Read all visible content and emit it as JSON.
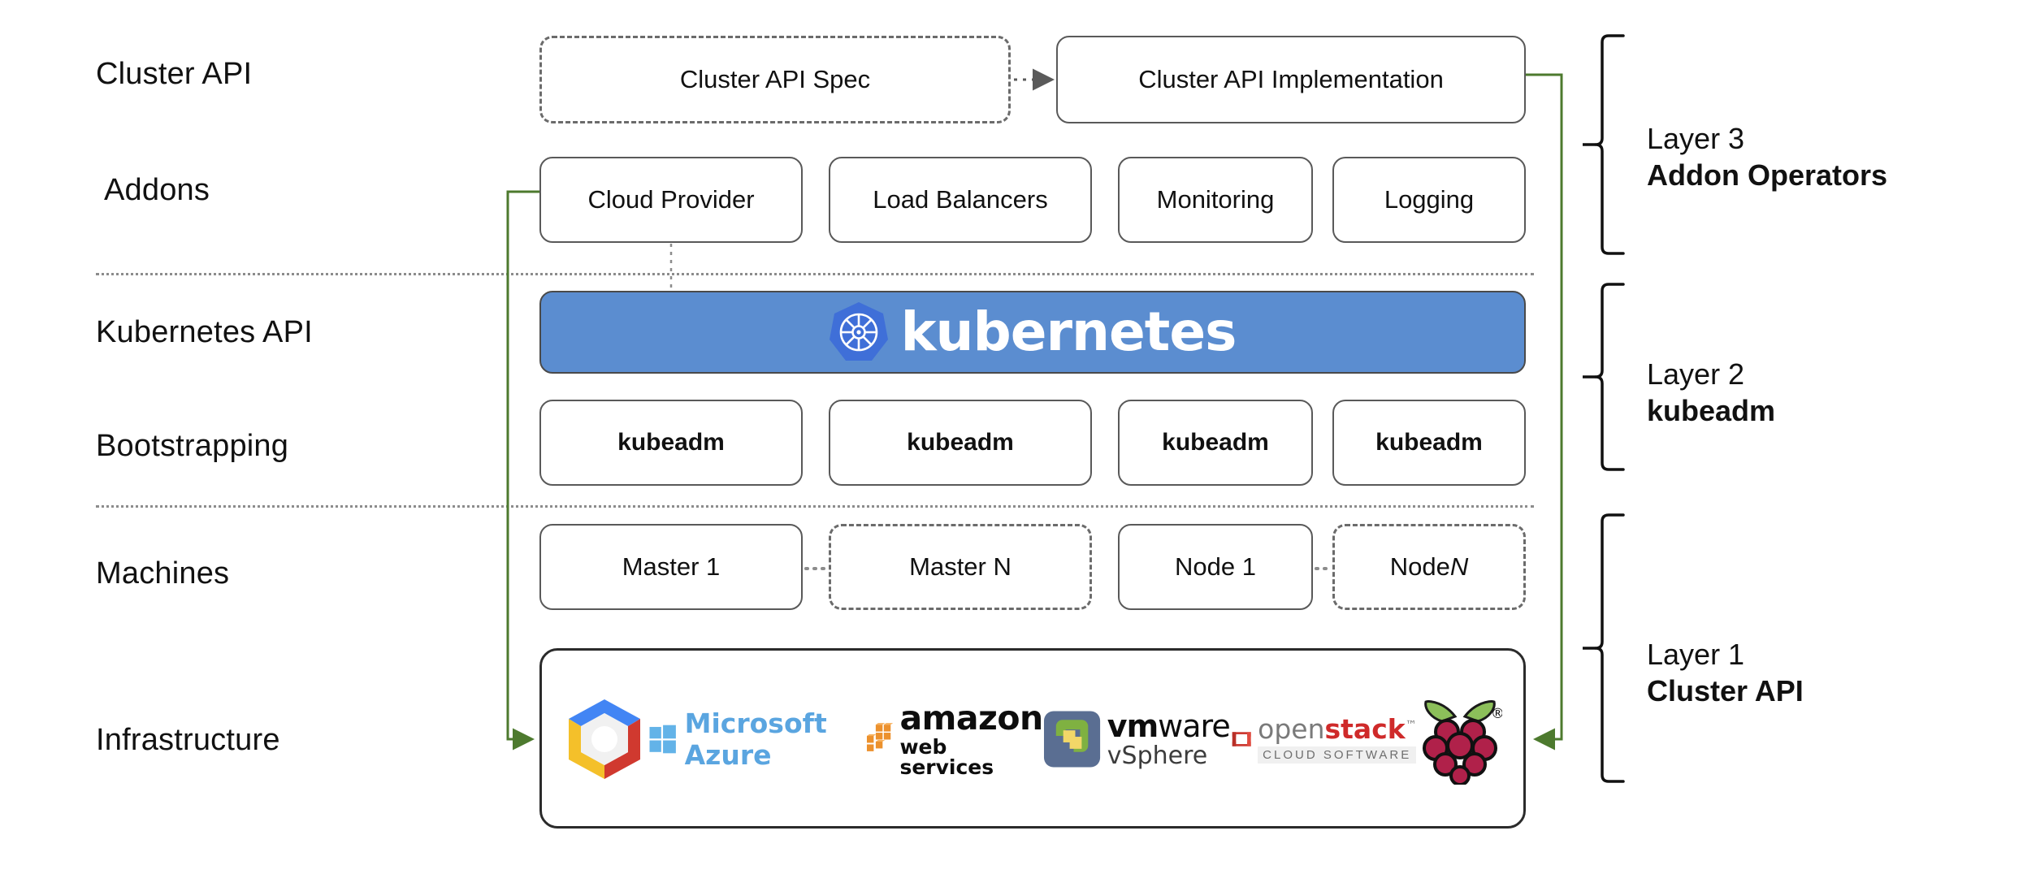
{
  "rows": {
    "cluster_api": "Cluster API",
    "addons": "Addons",
    "kubernetes_api": "Kubernetes API",
    "bootstrapping": "Bootstrapping",
    "machines": "Machines",
    "infrastructure": "Infrastructure"
  },
  "cluster_api_row": {
    "spec": "Cluster API Spec",
    "implementation": "Cluster API Implementation"
  },
  "addons_row": [
    "Cloud Provider",
    "Load Balancers",
    "Monitoring",
    "Logging"
  ],
  "kubernetes_banner": {
    "wordmark": "kubernetes",
    "logo_icon": "kubernetes-helm-wheel-icon",
    "background_color": "#5b8dd0",
    "logo_color": "#3f6fd8"
  },
  "bootstrapping_row": [
    "kubeadm",
    "kubeadm",
    "kubeadm",
    "kubeadm"
  ],
  "machines_row": [
    {
      "label": "Master 1",
      "style": "solid"
    },
    {
      "label": "Master N",
      "style": "dashed"
    },
    {
      "label": "Node 1",
      "style": "solid"
    },
    {
      "label_prefix": "Node ",
      "label_italic": "N",
      "style": "dashed"
    }
  ],
  "infrastructure_logos": [
    {
      "name": "google-cloud-platform-logo",
      "text": ""
    },
    {
      "name": "microsoft-azure-logo",
      "text": "Microsoft Azure"
    },
    {
      "name": "amazon-web-services-logo",
      "text_top": "amazon",
      "text_bottom": "web services"
    },
    {
      "name": "vmware-vsphere-logo",
      "text_top_bold": "vm",
      "text_top_rest": "ware",
      "text_bottom": "vSphere"
    },
    {
      "name": "openstack-logo",
      "text_open": "open",
      "text_stack": "stack",
      "text_tm": "™",
      "text_bottom": "CLOUD SOFTWARE"
    },
    {
      "name": "raspberry-pi-logo",
      "text": ""
    }
  ],
  "layers": [
    {
      "number": "Layer 3",
      "name": "Addon Operators"
    },
    {
      "number": "Layer 2",
      "name": "kubeadm"
    },
    {
      "number": "Layer 1",
      "name": "Cluster API"
    }
  ],
  "connectors": {
    "spec_to_impl": "dotted-arrow",
    "left_green_arrow": "cloud-provider-to-infrastructure",
    "right_green_arrow": "cluster-api-implementation-to-infrastructure",
    "green_color": "#4d7a2e"
  }
}
